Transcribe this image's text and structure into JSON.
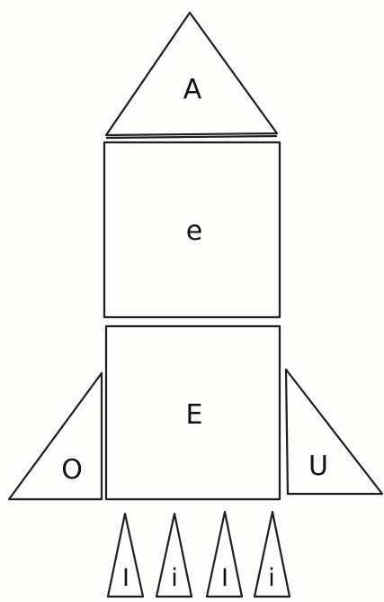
{
  "rocket": {
    "nose_label": "A",
    "upper_body_label": "e",
    "lower_body_label": "E",
    "left_fin_label": "O",
    "right_fin_label": "U",
    "flames": [
      {
        "label": "I"
      },
      {
        "label": "i"
      },
      {
        "label": "I"
      },
      {
        "label": "i"
      }
    ]
  },
  "colors": {
    "ink": "#1e1e1e",
    "paper": "#fdfdfb"
  }
}
